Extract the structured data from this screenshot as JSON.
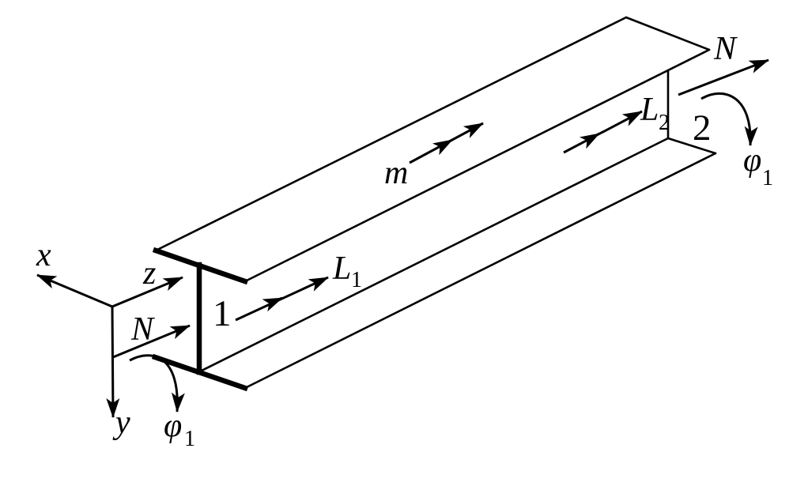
{
  "figure": {
    "background_color": "#ffffff",
    "ink_color": "#000000"
  },
  "axes": {
    "x": "x",
    "y": "y",
    "z": "z"
  },
  "labels": {
    "force_near": "N",
    "force_far": "N",
    "node_near": "1",
    "node_far": "2",
    "moment_near": {
      "base": "L",
      "sub": "1"
    },
    "moment_far": {
      "base": "L",
      "sub": "2"
    },
    "distributed_moment": "m",
    "twist_near": {
      "base": "φ",
      "sub": "1"
    },
    "twist_far": {
      "base": "φ",
      "sub": "1"
    }
  }
}
